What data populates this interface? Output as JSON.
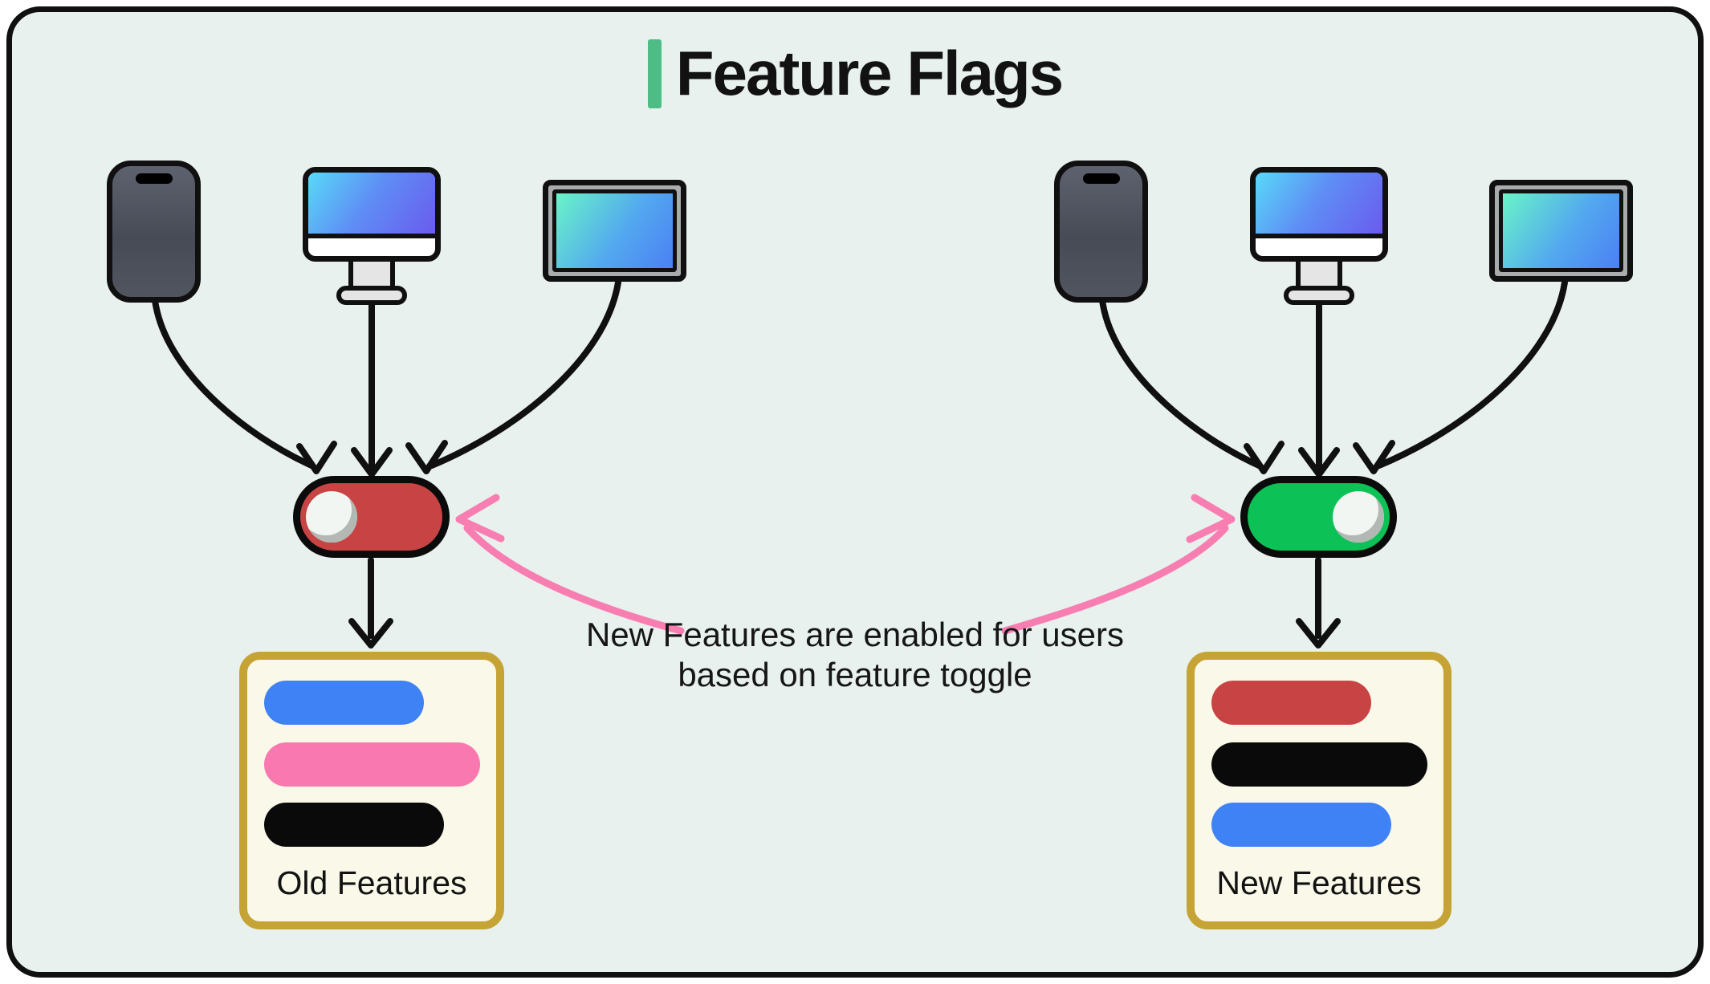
{
  "title": {
    "text": "Feature Flags",
    "accent_color": "#4ebd85"
  },
  "caption": {
    "line1": "New Features are enabled for users",
    "line2": "based on feature toggle"
  },
  "left_group": {
    "devices": [
      "smartphone",
      "desktop-monitor",
      "display-panel"
    ],
    "toggle": {
      "state": "off",
      "color": "#c84444"
    },
    "box": {
      "label": "Old Features",
      "pills": [
        "#3f82f6",
        "#fa78b0",
        "#0a0a0a"
      ]
    }
  },
  "right_group": {
    "devices": [
      "smartphone",
      "desktop-monitor",
      "display-panel"
    ],
    "toggle": {
      "state": "on",
      "color": "#0cc155"
    },
    "box": {
      "label": "New Features",
      "pills": [
        "#c84444",
        "#0a0a0a",
        "#3f82f6"
      ]
    }
  },
  "colors": {
    "canvas_background": "#e8f1ed",
    "outline": "#101010",
    "box_border": "#c6a335",
    "box_background": "#faf8e8",
    "pink_arrow": "#f87eb2",
    "toggle_off": "#c84444",
    "toggle_on": "#0cc155"
  }
}
